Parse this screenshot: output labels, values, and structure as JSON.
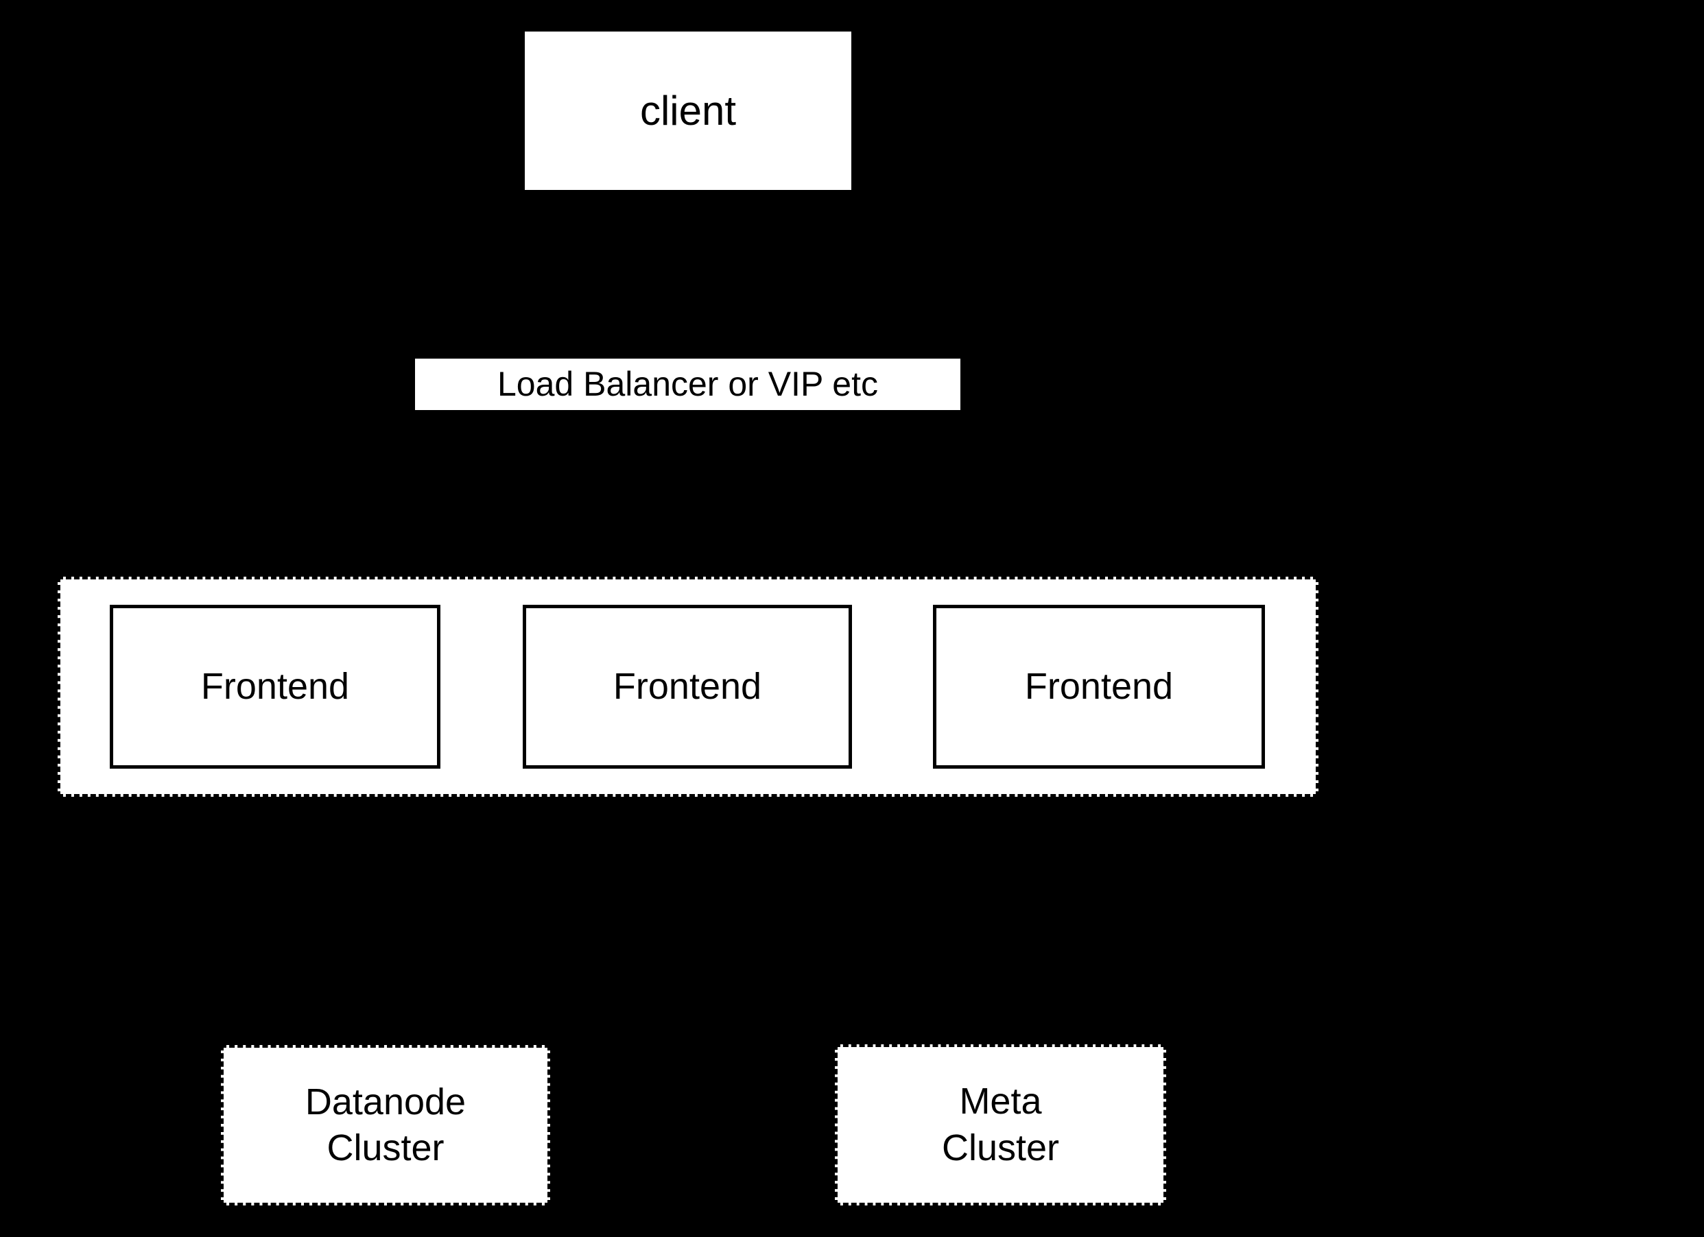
{
  "diagram": {
    "background_color": "#000000",
    "node_fill_color": "#ffffff",
    "node_line_color": "#000000",
    "text_color": "#000000",
    "nodes": {
      "client": {
        "label": "client"
      },
      "load_balancer": {
        "label": "Load Balancer or VIP etc"
      },
      "frontends": [
        {
          "label": "Frontend"
        },
        {
          "label": "Frontend"
        },
        {
          "label": "Frontend"
        }
      ],
      "datanode_cluster": {
        "label": "Datanode\nCluster"
      },
      "meta_cluster": {
        "label": "Meta\nCluster"
      }
    }
  }
}
